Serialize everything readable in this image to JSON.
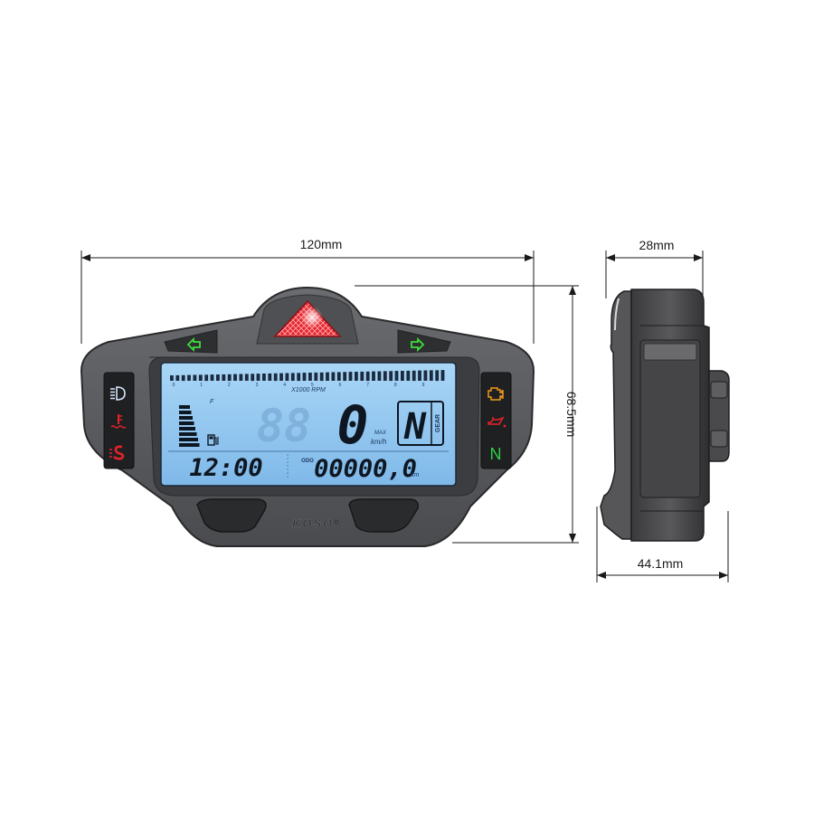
{
  "dimensions": {
    "width": "120mm",
    "height": "68.5mm",
    "depth_top": "28mm",
    "depth_bottom": "44.1mm"
  },
  "display": {
    "rpm_label": "X1000 RPM",
    "rpm_ticks": [
      "0",
      "1",
      "2",
      "3",
      "4",
      "5",
      "6",
      "7",
      "8",
      "9"
    ],
    "speed_ghost": "88",
    "speed_value": "0",
    "speed_unit": "km/h",
    "max_label": "MAX",
    "gear_value": "N",
    "gear_label": "GEAR",
    "clock": "12:00",
    "odo_label": "ODO",
    "odometer": "00000,0",
    "odo_unit": "km",
    "neutral_indicator": "N"
  },
  "brand": {
    "logo": "KOSO"
  },
  "colors": {
    "lcd_background": "#8fc4ef",
    "lcd_segment": "#0e1622",
    "housing": "#5a5b5e",
    "bezel": "#3a3b3e",
    "turn_signal": "#3ddc3a",
    "warning_red": "#e5232b",
    "engine_amber": "#f29a1c",
    "neutral_green": "#2fce46"
  },
  "icons": {
    "left_turn": "left-arrow-icon",
    "right_turn": "right-arrow-icon",
    "headlight": "high-beam-icon",
    "coolant": "coolant-temp-icon",
    "service": "service-icon",
    "engine": "check-engine-icon",
    "oil": "oil-pressure-icon",
    "fuel": "fuel-pump-icon"
  }
}
